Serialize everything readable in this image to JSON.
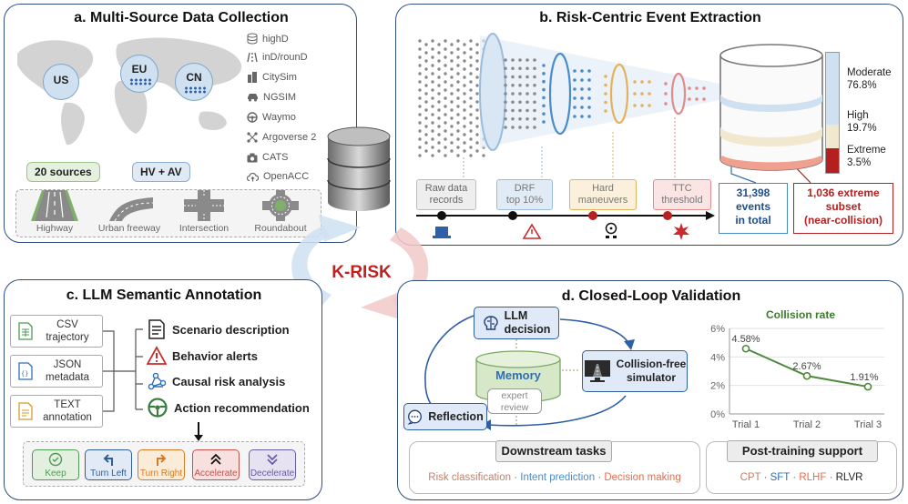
{
  "panels": {
    "a": {
      "title": "a. Multi-Source Data Collection",
      "regions": [
        "US",
        "EU",
        "CN"
      ],
      "sources": [
        {
          "icon": "database-icon",
          "label": "highD"
        },
        {
          "icon": "road-icon",
          "label": "inD/rounD"
        },
        {
          "icon": "building-icon",
          "label": "CitySim"
        },
        {
          "icon": "car-icon",
          "label": "NGSIM"
        },
        {
          "icon": "steering-wheel-icon",
          "label": "Waymo"
        },
        {
          "icon": "network-icon",
          "label": "Argoverse 2"
        },
        {
          "icon": "camera-icon",
          "label": "CATS"
        },
        {
          "icon": "cloud-upload-icon",
          "label": "OpenACC"
        }
      ],
      "tag_sources": "20 sources",
      "tag_vehicles": "HV + AV",
      "scenarios": [
        "Highway",
        "Urban freeway",
        "Intersection",
        "Roundabout"
      ]
    },
    "b": {
      "title": "b. Risk-Centric Event Extraction",
      "stages": [
        "Raw data\nrecords",
        "DRF\ntop 10%",
        "Hard\nmaneuvers",
        "TTC\nthreshold"
      ],
      "total_events": "31,398\nevents\nin total",
      "extreme_subset": "1,036 extreme\nsubset\n(near-collision)",
      "risk_levels": [
        {
          "name": "Moderate",
          "pct": "76.8%",
          "color": "#cfe1f1",
          "share": 76.8
        },
        {
          "name": "High",
          "pct": "19.7%",
          "color": "#f1e8cf",
          "share": 19.7
        },
        {
          "name": "Extreme",
          "pct": "3.5%",
          "color": "#b41f1f",
          "share": 3.5
        }
      ]
    },
    "center": {
      "label": "K-RISK"
    },
    "c": {
      "title": "c. LLM Semantic Annotation",
      "files": [
        {
          "name": "CSV\ntrajectory",
          "icon": "csv-file-icon"
        },
        {
          "name": "JSON\nmetadata",
          "icon": "json-file-icon"
        },
        {
          "name": "TEXT\nannotation",
          "icon": "text-file-icon"
        }
      ],
      "outputs": [
        "Scenario description",
        "Behavior alerts",
        "Causal risk analysis",
        "Action recommendation"
      ],
      "actions": [
        {
          "label": "Keep",
          "color": "#4f9a55",
          "bg": "#e3f0df"
        },
        {
          "label": "Turn Left",
          "color": "#2f5d9a",
          "bg": "#e1eaf5"
        },
        {
          "label": "Turn Right",
          "color": "#d57a22",
          "bg": "#fbecd9"
        },
        {
          "label": "Accelerate",
          "color": "#c2524c",
          "bg": "#f8e0df"
        },
        {
          "label": "Decelerate",
          "color": "#6a5ca8",
          "bg": "#e6e2f2"
        }
      ]
    },
    "d": {
      "title": "d. Closed-Loop Validation",
      "llm": "LLM\ndecision",
      "memory": "Memory",
      "expert": "expert\nreview",
      "simulator": "Collision-free\nsimulator",
      "reflection": "Reflection",
      "chart_title": "Collision rate",
      "downstream_title": "Downstream tasks",
      "downstream_items": [
        {
          "text": "Risk classification",
          "color": "#c0806a"
        },
        {
          "text": "Intent prediction",
          "color": "#4a8cc9"
        },
        {
          "text": "Decision making",
          "color": "#e0704f"
        }
      ],
      "post_title": "Post-training support",
      "post_items": [
        {
          "text": "CPT",
          "color": "#c0806a"
        },
        {
          "text": "SFT",
          "color": "#2f6fb8"
        },
        {
          "text": "RLHF",
          "color": "#e0704f"
        },
        {
          "text": "RLVR",
          "color": "#222222"
        }
      ]
    }
  },
  "chart_data": {
    "type": "line",
    "title": "Collision rate",
    "categories": [
      "Trial 1",
      "Trial 2",
      "Trial 3"
    ],
    "values": [
      4.58,
      2.67,
      1.91
    ],
    "value_labels": [
      "4.58%",
      "2.67%",
      "1.91%"
    ],
    "ylim": [
      0,
      6
    ],
    "yticks": [
      "0%",
      "2%",
      "4%",
      "6%"
    ],
    "ytick_values": [
      0,
      2,
      4,
      6
    ],
    "grid": true,
    "color": "#4f8a3c"
  }
}
